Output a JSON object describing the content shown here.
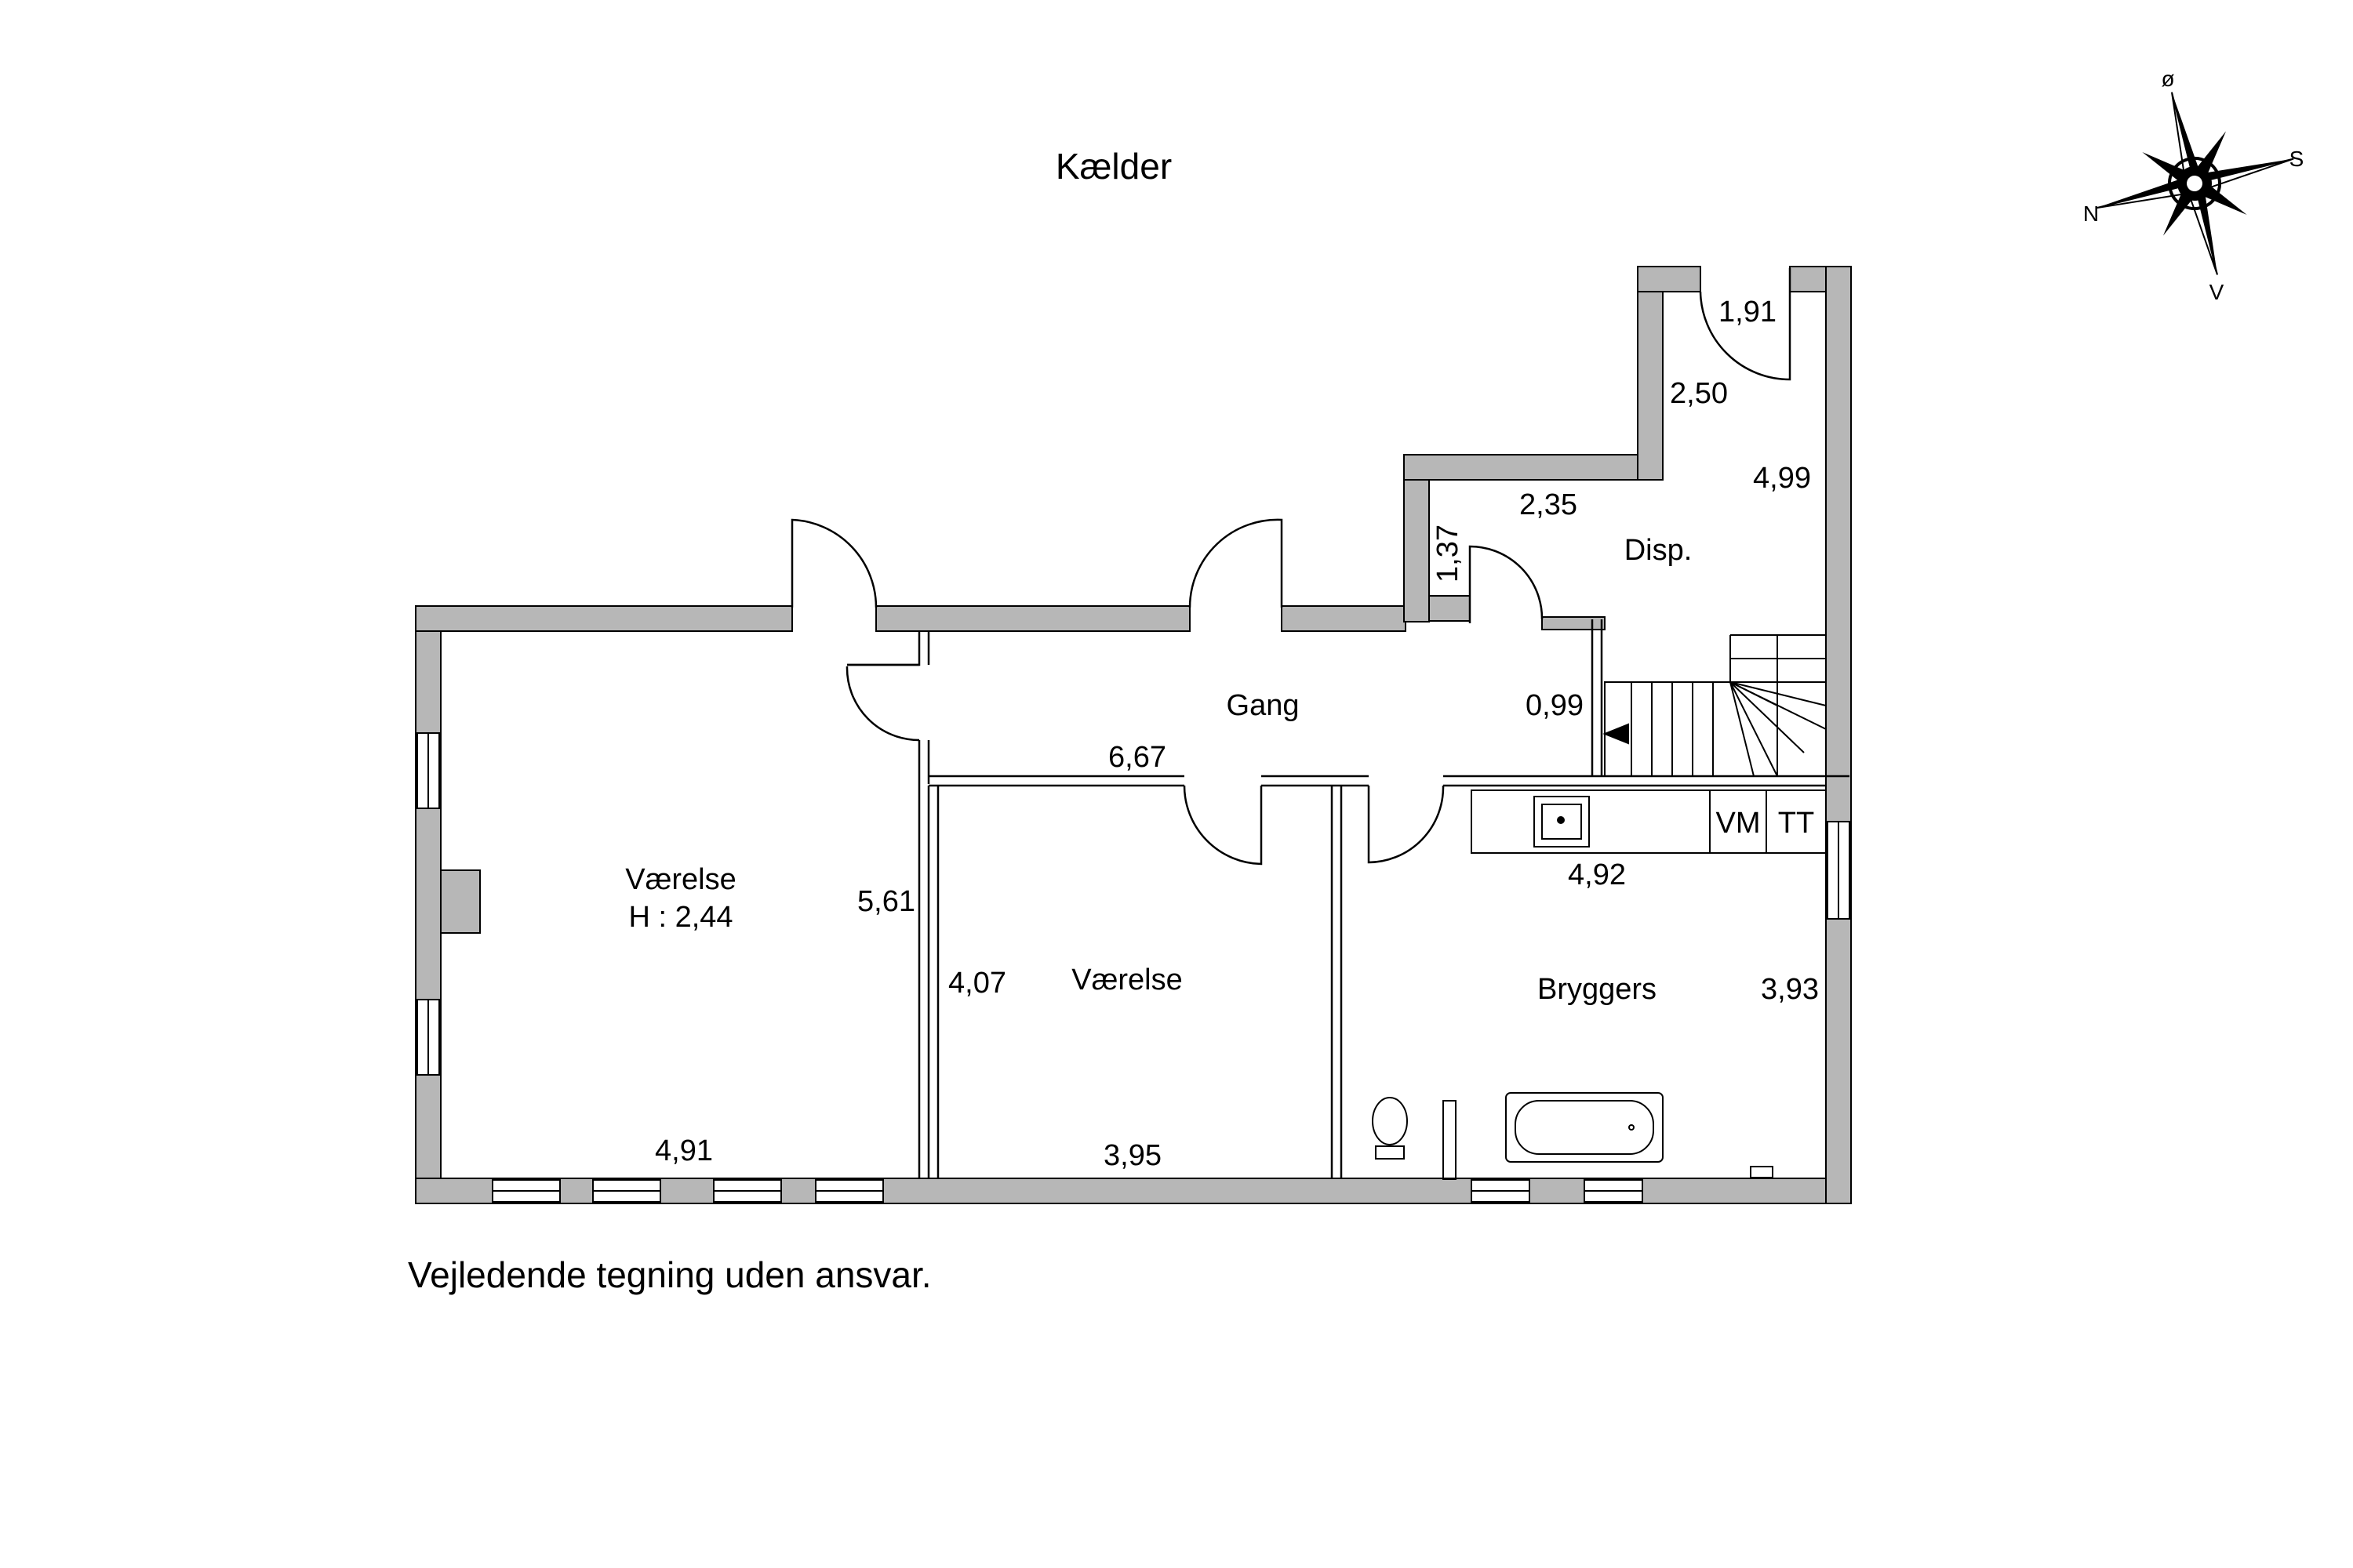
{
  "title": "Kælder",
  "disclaimer": "Vejledende tegning uden ansvar.",
  "compass": {
    "n": "N",
    "s": "S",
    "o": "ø",
    "v": "V"
  },
  "rooms": {
    "vaerelse_large": {
      "name": "Værelse",
      "height_label": "H : 2,44",
      "dim_width": "4,91",
      "dim_depth": "5,61"
    },
    "vaerelse_small": {
      "name": "Værelse",
      "dim_width": "3,95",
      "dim_depth": "4,07"
    },
    "gang": {
      "name": "Gang",
      "dim_length": "6,67",
      "dim_width": "0,99"
    },
    "disp": {
      "name": "Disp.",
      "dim_top": "1,91",
      "dim_a": "2,50",
      "dim_b": "2,35",
      "dim_c": "1,37",
      "dim_d": "4,99"
    },
    "bryggers": {
      "name": "Bryggers",
      "dim_width": "4,92",
      "dim_depth": "3,93",
      "vm_label": "VM",
      "tt_label": "TT"
    }
  },
  "colors": {
    "wall_fill": "#b7b7b7",
    "line": "#000000",
    "background": "#ffffff"
  }
}
